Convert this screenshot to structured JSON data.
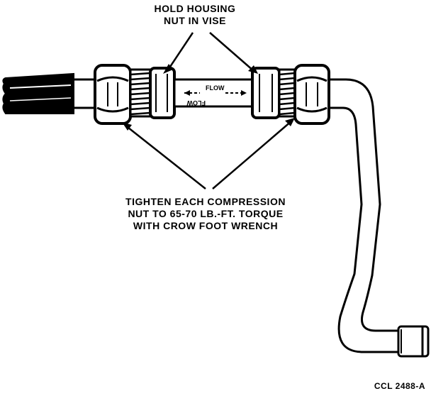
{
  "labels": {
    "hold_line1": "HOLD HOUSING",
    "hold_line2": "NUT IN  VISE",
    "tighten_line1": "TIGHTEN EACH COMPRESSION",
    "tighten_line2": "NUT TO 65-70 LB.-FT. TORQUE",
    "tighten_line3": "WITH CROW FOOT WRENCH",
    "flow_top": "FLOW",
    "flow_bottom": "FLOW",
    "figure_code": "CCL  2488-A"
  },
  "colors": {
    "ink": "#000000",
    "paper": "#ffffff"
  }
}
